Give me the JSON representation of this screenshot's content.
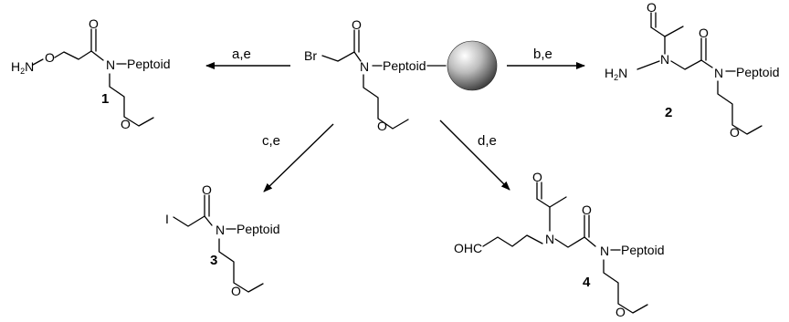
{
  "reagents": {
    "r1": "a,e",
    "r2": "b,e",
    "r3": "c,e",
    "r4": "d,e"
  },
  "atoms": {
    "br": "Br",
    "o": "O",
    "n": "N",
    "peptoid": "Peptoid",
    "h2n": "H",
    "h2n_sub": "2",
    "n_tail": "N",
    "i": "I",
    "ohc": "OHC"
  },
  "compounds": {
    "c1": "1",
    "c2": "2",
    "c3": "3",
    "c4": "4"
  },
  "colors": {
    "ink": "#000000",
    "bead_light": "#ffffff",
    "bead_dark": "#3a3a3a"
  }
}
